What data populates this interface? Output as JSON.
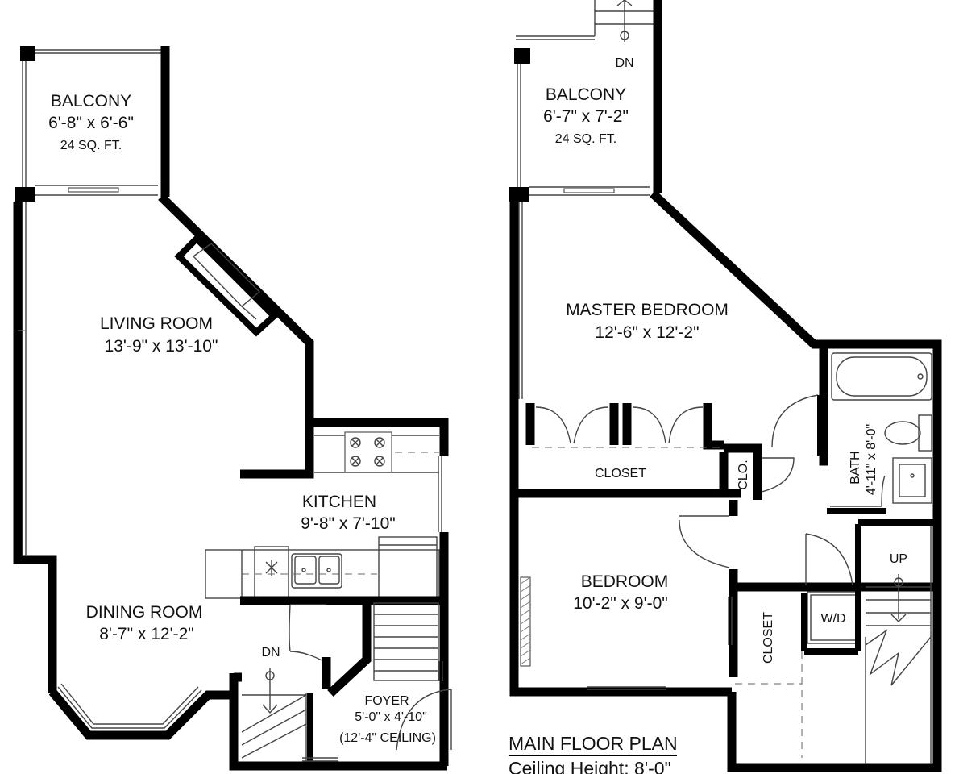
{
  "floor_plan": {
    "left_unit": {
      "balcony": {
        "name": "BALCONY",
        "dims": "6'-8\" x 6'-6\"",
        "area": "24 SQ. FT."
      },
      "living_room": {
        "name": "LIVING ROOM",
        "dims": "13'-9\" x 13'-10\""
      },
      "kitchen": {
        "name": "KITCHEN",
        "dims": "9'-8\" x 7'-10\""
      },
      "dining_room": {
        "name": "DINING ROOM",
        "dims": "8'-7\" x 12'-2\""
      },
      "foyer": {
        "name": "FOYER",
        "dims": "5'-0\" x 4'-10\"",
        "ceiling": "(12'-4\" CEILING)"
      },
      "stair_label": "DN"
    },
    "right_unit": {
      "balcony": {
        "name": "BALCONY",
        "dims": "6'-7\" x 7'-2\"",
        "area": "24 SQ. FT."
      },
      "master_bedroom": {
        "name": "MASTER BEDROOM",
        "dims": "12'-6\" x 12'-2\""
      },
      "closet_master": "CLOSET",
      "clo": "CLO.",
      "bath": {
        "name": "BATH",
        "dims": "4'-11\" x 8'-0\""
      },
      "bedroom": {
        "name": "BEDROOM",
        "dims": "10'-2\" x 9'-0\""
      },
      "closet_bedroom": "CLOSET",
      "laundry": "W/D",
      "stair_up": "UP",
      "stair_down": "DN"
    },
    "title": "MAIN FLOOR PLAN",
    "subtitle": "Ceiling Height: 8'-0\""
  }
}
